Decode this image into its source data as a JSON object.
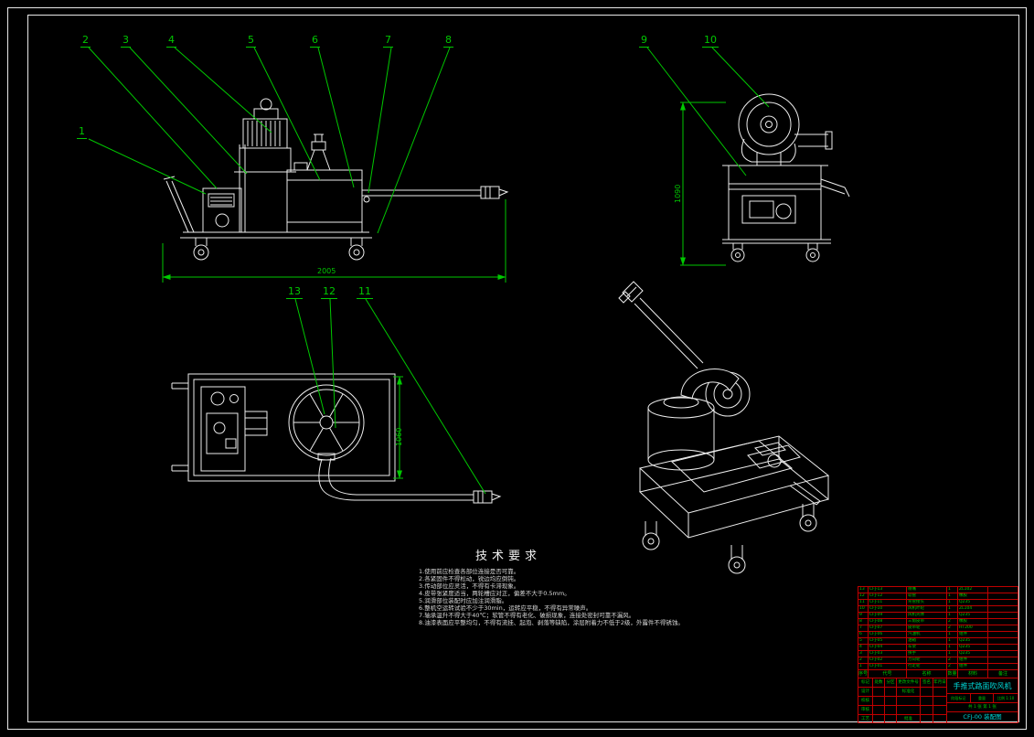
{
  "drawing": {
    "background": "#000000",
    "line_color": "#ededed",
    "annotation_color": "#00c800",
    "table_grid_color": "#c00000",
    "highlight_color": "#00d8d8"
  },
  "balloons": [
    "1",
    "2",
    "3",
    "4",
    "5",
    "6",
    "7",
    "8",
    "9",
    "10",
    "11",
    "12",
    "13"
  ],
  "dimensions": {
    "front_overall": "2005",
    "side_height": "1090",
    "top_width": "1060"
  },
  "tech_requirements": {
    "title": "技术要求",
    "items": [
      "1.使用前应检查各部位连接是否可靠。",
      "2.各紧固件不得松动，锐边均应倒钝。",
      "3.传动部位应灵活，不得有卡滞现象。",
      "4.皮带张紧度适当，两轮槽应对正，偏差不大于0.5mm。",
      "5.润滑部位装配时应加注润滑脂。",
      "6.整机空运转试验不少于30min，运转应平稳，不得有异常噪声。",
      "7.轴承温升不得大于40℃；软管不得有老化、破损现象，连接处密封可靠不漏风。",
      "8.油漆表面应平整均匀，不得有流挂、起泡、剥落等缺陷，涂层附着力不低于2级，外露件不得锈蚀。"
    ]
  },
  "bom": {
    "columns": [
      "序号",
      "代号",
      "名称",
      "数量",
      "材料",
      "备注"
    ],
    "rows": [
      [
        "13",
        "CFJ-13",
        "喷嘴",
        "1",
        "ZL102",
        ""
      ],
      [
        "12",
        "CFJ-12",
        "软管",
        "1",
        "橡胶",
        ""
      ],
      [
        "11",
        "CFJ-11",
        "弯管接头",
        "1",
        "Q235",
        ""
      ],
      [
        "10",
        "CFJ-10",
        "风机叶轮",
        "1",
        "ZL104",
        ""
      ],
      [
        "9",
        "CFJ-09",
        "风机壳体",
        "1",
        "Q235",
        ""
      ],
      [
        "8",
        "CFJ-08",
        "三角皮带",
        "2",
        "橡胶",
        ""
      ],
      [
        "7",
        "CFJ-07",
        "皮带轮",
        "2",
        "HT200",
        ""
      ],
      [
        "6",
        "CFJ-06",
        "汽油机",
        "1",
        "组件",
        ""
      ],
      [
        "5",
        "CFJ-05",
        "油箱",
        "1",
        "Q235",
        ""
      ],
      [
        "4",
        "CFJ-04",
        "车架",
        "1",
        "Q235",
        ""
      ],
      [
        "3",
        "CFJ-03",
        "扶手",
        "1",
        "Q235",
        ""
      ],
      [
        "2",
        "CFJ-02",
        "万向轮",
        "2",
        "组件",
        ""
      ],
      [
        "1",
        "CFJ-01",
        "行走轮",
        "2",
        "组件",
        ""
      ]
    ]
  },
  "title_block": {
    "left_rows": [
      [
        "标记",
        "处数",
        "分区",
        "更改文件号",
        "签名",
        "年月日"
      ],
      [
        "设计",
        "",
        "",
        "标准化",
        "",
        ""
      ],
      [
        "校核",
        "",
        "",
        "",
        "",
        ""
      ],
      [
        "审核",
        "",
        "",
        "",
        "",
        ""
      ],
      [
        "工艺",
        "",
        "",
        "批准",
        "",
        ""
      ]
    ],
    "stage_labels": [
      "阶段标记",
      "重量",
      "比例"
    ],
    "scale": "1:10",
    "sheet": "共 1 张  第 1 张",
    "title": "手推式路面吹风机",
    "code": "CFJ-00 装配图"
  }
}
